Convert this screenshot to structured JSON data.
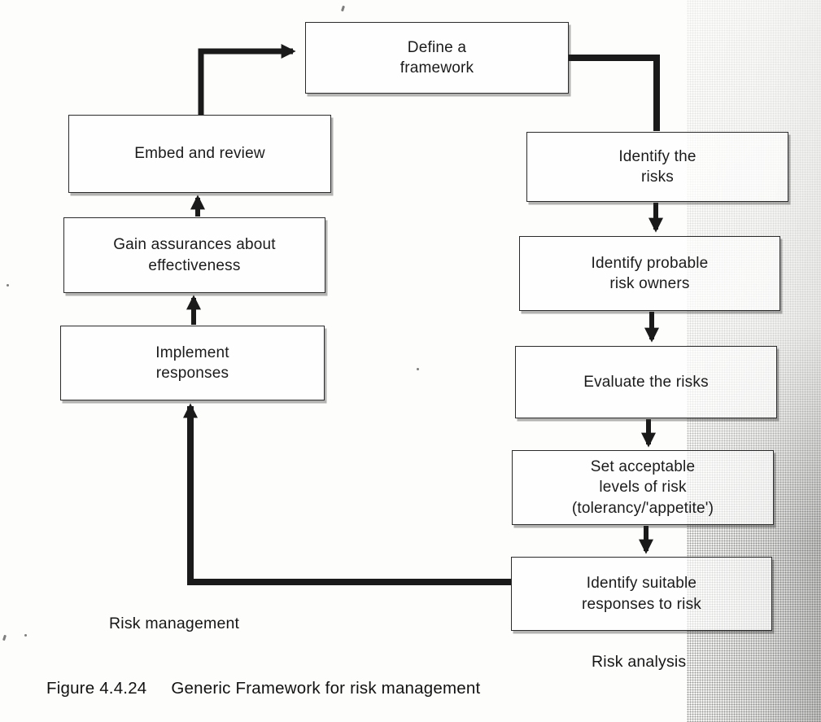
{
  "figure": {
    "caption": {
      "figure_number": "Figure 4.4.24",
      "title": "Generic Framework for risk management"
    },
    "labels": {
      "risk_management": "Risk management",
      "risk_analysis": "Risk analysis"
    }
  },
  "nodes": {
    "define_framework": {
      "label": "Define a\nframework"
    },
    "embed_review": {
      "label": "Embed and review"
    },
    "gain_assurances": {
      "label": "Gain assurances about\neffectiveness"
    },
    "implement_responses": {
      "label": "Implement\nresponses"
    },
    "identify_risks": {
      "label": "Identify the\nrisks"
    },
    "identify_owners": {
      "label": "Identify probable\nrisk owners"
    },
    "evaluate_risks": {
      "label": "Evaluate the risks"
    },
    "set_levels": {
      "label": "Set acceptable\nlevels of risk\n(tolerancy/'appetite')"
    },
    "identify_responses": {
      "label": "Identify suitable\nresponses to risk"
    }
  },
  "edges": [
    {
      "from": "embed_review",
      "to": "define_framework"
    },
    {
      "from": "define_framework",
      "to": "identify_risks"
    },
    {
      "from": "identify_risks",
      "to": "identify_owners"
    },
    {
      "from": "identify_owners",
      "to": "evaluate_risks"
    },
    {
      "from": "evaluate_risks",
      "to": "set_levels"
    },
    {
      "from": "set_levels",
      "to": "identify_responses"
    },
    {
      "from": "identify_responses",
      "to": "implement_responses"
    },
    {
      "from": "implement_responses",
      "to": "gain_assurances"
    },
    {
      "from": "gain_assurances",
      "to": "embed_review"
    }
  ],
  "colors": {
    "ink": "#1a1a1a",
    "paper": "#fdfdfb"
  }
}
